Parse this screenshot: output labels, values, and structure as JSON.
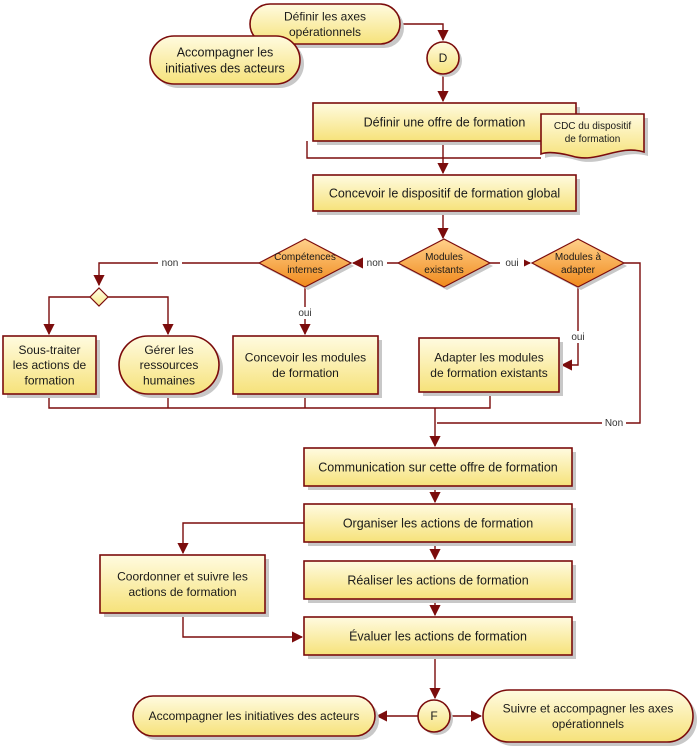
{
  "colors": {
    "fill_top": "#fffbe0",
    "fill_bottom": "#f6e27a",
    "stroke": "#7b0c0c",
    "diamond_top": "#ffd08a",
    "diamond_bottom": "#f08a1c",
    "shadow": "#c8c8c8",
    "line": "#7b0c0c"
  },
  "nodes": {
    "start_top": {
      "lines": [
        "Définir les axes",
        "opérationnels"
      ]
    },
    "start_left": {
      "lines": [
        "Accompagner les",
        "initiatives des acteurs"
      ]
    },
    "connector_d": {
      "lines": [
        "D"
      ]
    },
    "define_offer": {
      "lines": [
        "Définir une offre de formation"
      ]
    },
    "cdc_doc": {
      "lines": [
        "CDC du dispositif",
        "de formation"
      ]
    },
    "design_global": {
      "lines": [
        "Concevoir le dispositif de formation global"
      ]
    },
    "dec_competences": {
      "lines": [
        "Compétences",
        "internes"
      ]
    },
    "dec_modules": {
      "lines": [
        "Modules",
        "existants"
      ]
    },
    "dec_adapter": {
      "lines": [
        "Modules à",
        "adapter"
      ]
    },
    "merge_diamond": {
      "lines": []
    },
    "subcontract": {
      "lines": [
        "Sous-traiter",
        "les actions de",
        "formation"
      ]
    },
    "manage_hr": {
      "lines": [
        "Gérer les",
        "ressources",
        "humaines"
      ]
    },
    "design_modules": {
      "lines": [
        "Concevoir les modules",
        "de formation"
      ]
    },
    "adapt_modules": {
      "lines": [
        "Adapter les modules",
        "de formation existants"
      ]
    },
    "communicate": {
      "lines": [
        "Communication sur cette offre de formation"
      ]
    },
    "organize": {
      "lines": [
        "Organiser les actions de formation"
      ]
    },
    "coordinate": {
      "lines": [
        "Coordonner et suivre les",
        "actions de formation"
      ]
    },
    "realize": {
      "lines": [
        "Réaliser les actions de formation"
      ]
    },
    "evaluate": {
      "lines": [
        "Évaluer les actions de formation"
      ]
    },
    "connector_f": {
      "lines": [
        "F"
      ]
    },
    "end_left": {
      "lines": [
        "Accompagner les initiatives des acteurs"
      ]
    },
    "end_right": {
      "lines": [
        "Suivre et accompagner les axes",
        "opérationnels"
      ]
    }
  },
  "edge_labels": {
    "non_left": "non",
    "non_mid": "non",
    "oui_comp": "oui",
    "oui_mod": "oui",
    "oui_adapt": "oui",
    "non_right": "Non"
  }
}
